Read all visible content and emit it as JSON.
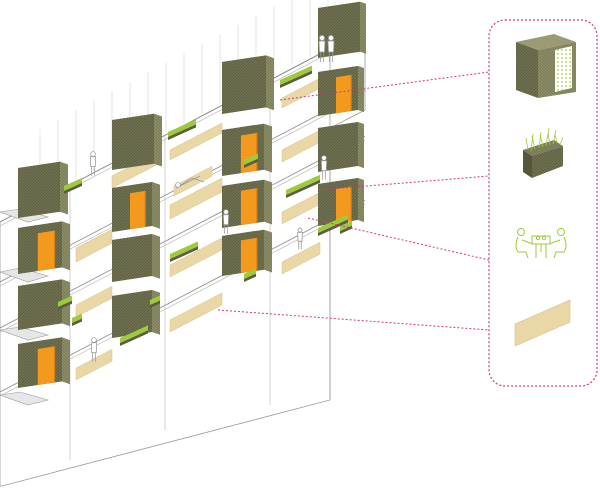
{
  "colors": {
    "background": "#ffffff",
    "line": "#8a8a8a",
    "box_dark": "#6f704f",
    "box_side": "#8b8c66",
    "box_top": "#9a9b74",
    "door_orange": "#f39a1e",
    "door_orange_dark": "#d97f12",
    "terrace_wood": "#ead7a6",
    "terrace_wood_edge": "#d8c08a",
    "planter_green": "#9ccc3a",
    "planter_dark": "#5c5d44",
    "legend_border": "#d63384",
    "leader_magenta": "#d63384",
    "pattern_light": "#c8e07a"
  },
  "legend": {
    "items": [
      {
        "name": "module-box",
        "icon": "box-module-icon"
      },
      {
        "name": "planter",
        "icon": "planter-icon"
      },
      {
        "name": "people-table",
        "icon": "people-table-icon"
      },
      {
        "name": "wood-deck",
        "icon": "wood-panel-icon"
      }
    ]
  },
  "labels": []
}
